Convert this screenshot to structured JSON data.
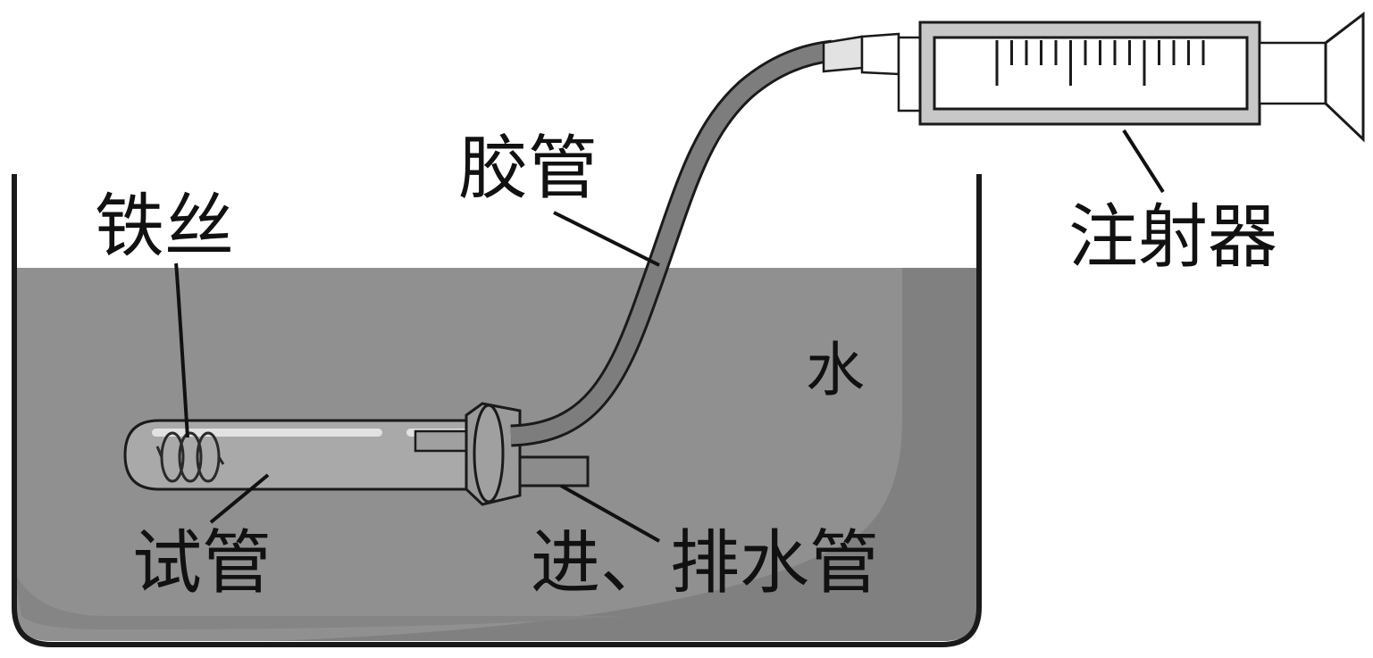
{
  "labels": {
    "iron_wire": "铁丝",
    "rubber_tube": "胶管",
    "syringe": "注射器",
    "water": "水",
    "test_tube": "试管",
    "drain_tube": "进、排水管"
  },
  "colors": {
    "water": "#909090",
    "water_dark": "#7f7f7f",
    "outline": "#1a1a1a",
    "glass": "#a8a8a8",
    "tube": "#7d7d7d",
    "syringe_body": "#c8c8c8"
  }
}
